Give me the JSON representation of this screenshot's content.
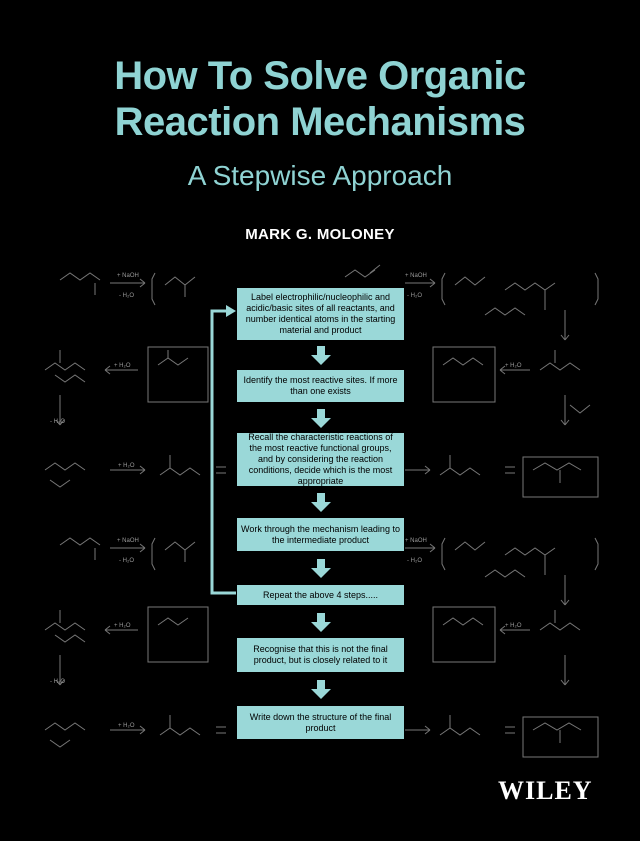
{
  "cover": {
    "title_line1": "How To Solve Organic",
    "title_line2": "Reaction Mechanisms",
    "subtitle": "A Stepwise Approach",
    "author": "MARK G. MOLONEY",
    "publisher": "WILEY"
  },
  "steps": [
    "Label electrophilic/nucleophilic and acidic/basic sites of all reactants, and number identical atoms in the starting material and product",
    "Identify the most reactive sites. If more than one exists",
    "Recall the characteristic reactions of the most reactive functional groups, and by considering the reaction conditions, decide which is the most appropriate",
    "Work through the mechanism leading to the intermediate product",
    "Repeat the above 4 steps.....",
    "Recognise that this is not the final product, but is closely related to it",
    "Write down the structure of the final product"
  ],
  "reagents": {
    "naoh": "+ NaOH",
    "minus_h2o": "- H₂O",
    "plus_h2o": "+ H₂O"
  },
  "colors": {
    "accent": "#8fd3d3",
    "box": "#9ad8d8",
    "background": "#000000"
  }
}
